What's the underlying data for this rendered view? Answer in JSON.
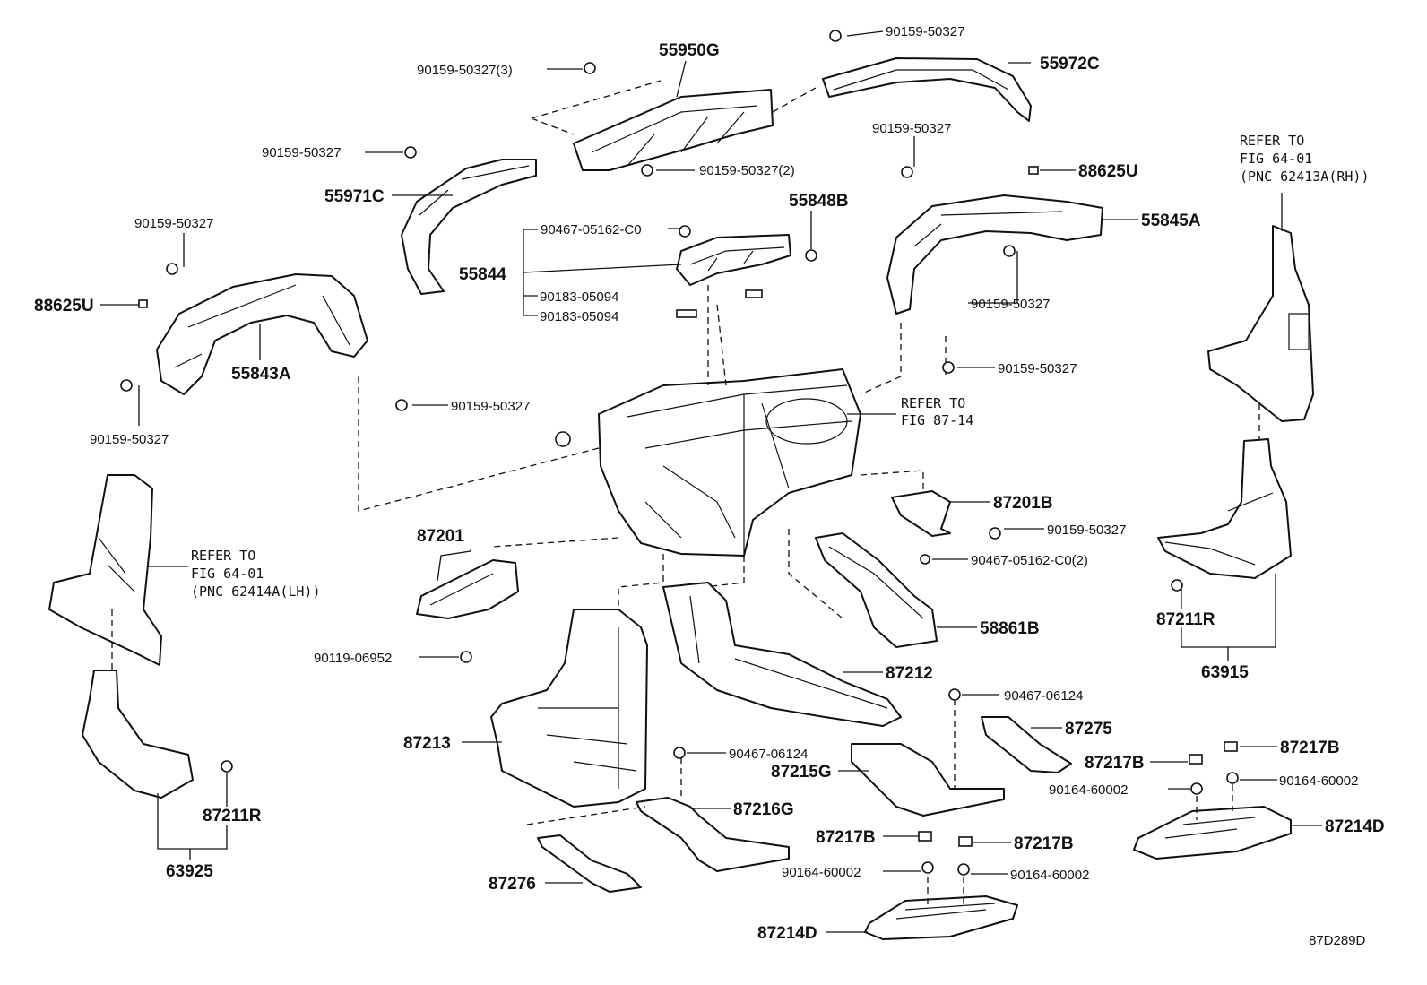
{
  "diagram_code": "87D289D",
  "labels": {
    "l_55950G": "55950G",
    "l_55972C": "55972C",
    "l_90159_50327_3": "90159-50327(3)",
    "l_90159_50327_top": "90159-50327",
    "l_90159_50327_left1": "90159-50327",
    "l_55971C": "55971C",
    "l_90159_50327_2": "90159-50327(2)",
    "l_90159_50327_r1": "90159-50327",
    "l_88625U_r": "88625U",
    "l_55845A": "55845A",
    "l_90159_50327_r2": "90159-50327",
    "l_90159_50327_left2": "90159-50327",
    "l_88625U_l": "88625U",
    "l_55843A": "55843A",
    "l_90159_50327_left3": "90159-50327",
    "l_90467_05162_C0": "90467-05162-C0",
    "l_55848B": "55848B",
    "l_55844": "55844",
    "l_90183_05094_a": "90183-05094",
    "l_90183_05094_b": "90183-05094",
    "l_90159_50327_c1": "90159-50327",
    "l_90159_50327_c2": "90159-50327",
    "l_87201B": "87201B",
    "l_90159_50327_c3": "90159-50327",
    "l_90467_05162_C0_2": "90467-05162-C0(2)",
    "l_58861B": "58861B",
    "l_87201": "87201",
    "l_90119_06952": "90119-06952",
    "l_87212": "87212",
    "l_90467_06124_a": "90467-06124",
    "l_87275": "87275",
    "l_87213": "87213",
    "l_90467_06124_b": "90467-06124",
    "l_87215G": "87215G",
    "l_87216G": "87216G",
    "l_87276": "87276",
    "l_87217B_a": "87217B",
    "l_87217B_b": "87217B",
    "l_87217B_c": "87217B",
    "l_87217B_d": "87217B",
    "l_90164_60002_a": "90164-60002",
    "l_90164_60002_b": "90164-60002",
    "l_90164_60002_c": "90164-60002",
    "l_90164_60002_d": "90164-60002",
    "l_87214D_a": "87214D",
    "l_87214D_b": "87214D",
    "l_87211R_a": "87211R",
    "l_87211R_b": "87211R",
    "l_63915": "63915",
    "l_63925": "63925"
  },
  "notes": {
    "refer_rh_1": "REFER TO",
    "refer_rh_2": "FIG 64-01",
    "refer_rh_3": "(PNC 62413A(RH))",
    "refer_lh_1": "REFER TO",
    "refer_lh_2": "FIG 64-01",
    "refer_lh_3": "(PNC 62414A(LH))",
    "refer_87_1": "REFER TO",
    "refer_87_2": "FIG 87-14"
  }
}
